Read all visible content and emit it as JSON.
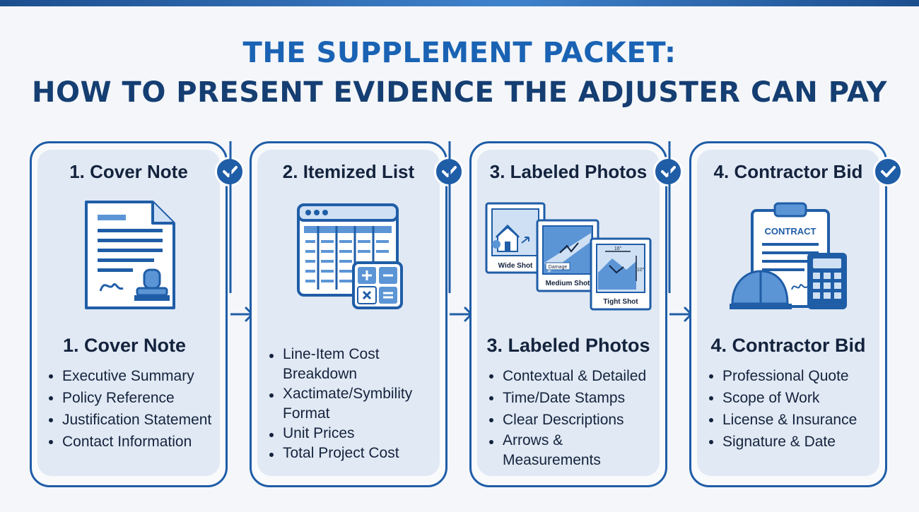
{
  "title": {
    "line1": "THE SUPPLEMENT PACKET:",
    "line2": "HOW TO PRESENT EVIDENCE THE ADJUSTER CAN PAY"
  },
  "cards": [
    {
      "heading": "1. Cover Note",
      "subheading": "1. Cover Note",
      "icon": "document-with-stamp-icon",
      "bullets": [
        "Executive Summary",
        "Policy Reference",
        "Justification Statement",
        "Contact Information"
      ]
    },
    {
      "heading": "2. Itemized List",
      "subheading": "",
      "icon": "spreadsheet-calculator-icon",
      "bullets": [
        "Line-Item Cost Breakdown",
        "Xactimate/Symbility Format",
        "Unit Prices",
        "Total Project Cost"
      ]
    },
    {
      "heading": "3. Labeled Photos",
      "subheading": "3. Labeled Photos",
      "icon": "photo-stack-icon",
      "photo_labels": {
        "wide": "Wide Shot",
        "medium": "Medium Shot",
        "tight": "Tight Shot",
        "damage": "Damage",
        "dim_w": "16\"",
        "dim_h": "10\""
      },
      "bullets": [
        "Contextual & Detailed",
        "Time/Date Stamps",
        "Clear Descriptions",
        "Arrows & Measurements"
      ]
    },
    {
      "heading": "4. Contractor Bid",
      "subheading": "4. Contractor Bid",
      "icon": "contract-hardhat-calculator-icon",
      "contract_label": "CONTRACT",
      "bullets": [
        "Professional Quote",
        "Scope of Work",
        "License & Insurance",
        "Signature & Date"
      ]
    }
  ],
  "colors": {
    "primary": "#1f5da7",
    "title_light": "#1a63b4",
    "title_dark": "#153e72",
    "card_fill": "#e1e9f4"
  }
}
